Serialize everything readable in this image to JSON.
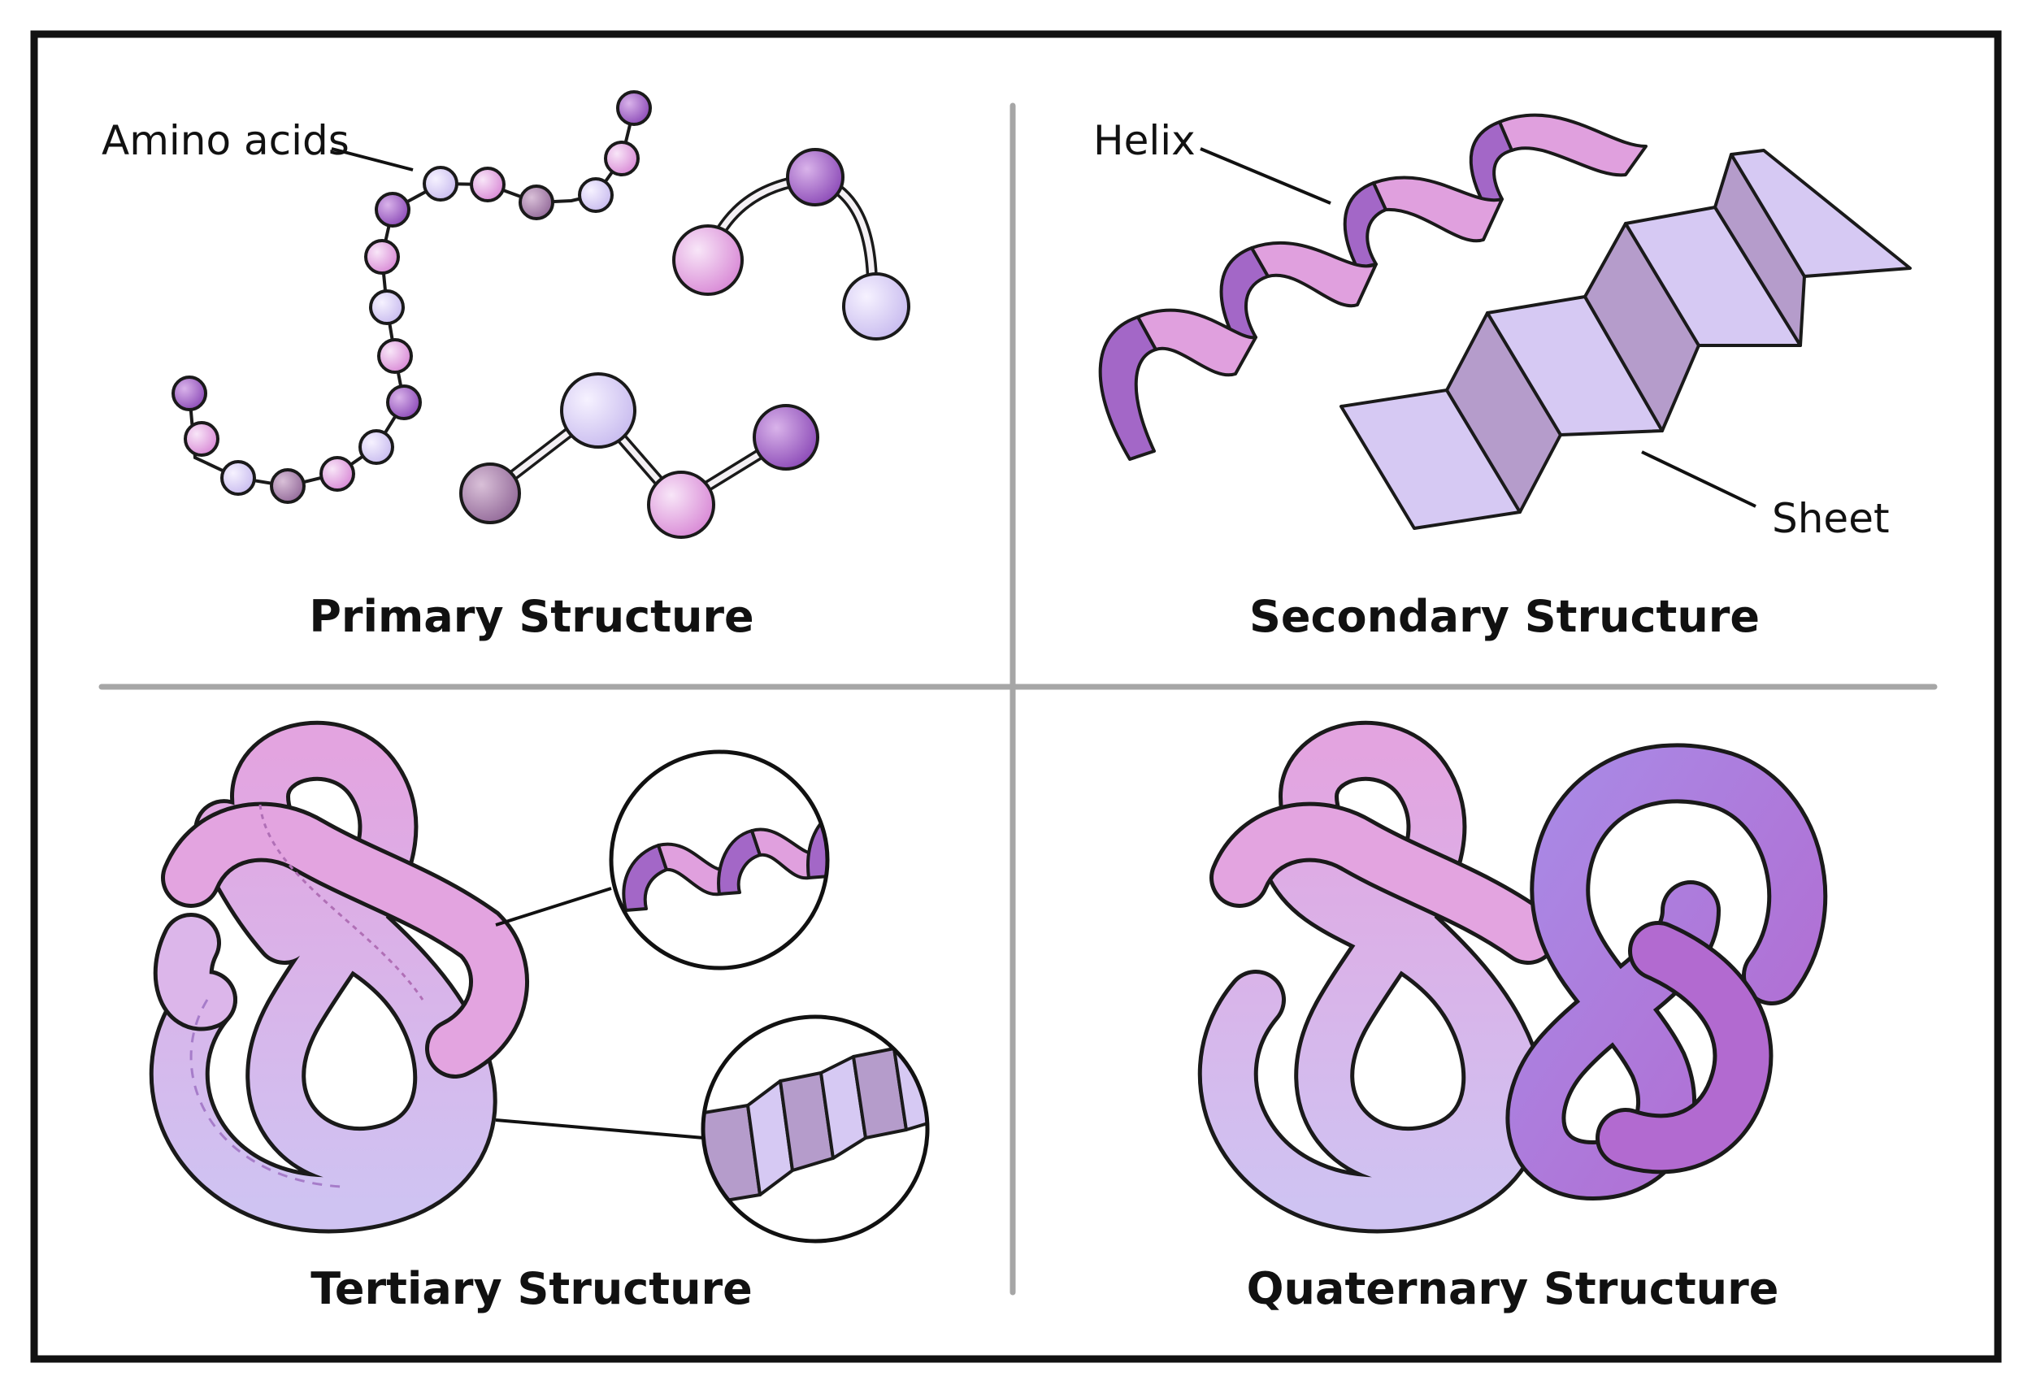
{
  "panels": {
    "primary": {
      "title": "Primary Structure",
      "callout": "Amino acids"
    },
    "secondary": {
      "title": "Secondary Structure",
      "helix_label": "Helix",
      "sheet_label": "Sheet"
    },
    "tertiary": {
      "title": "Tertiary Structure"
    },
    "quaternary": {
      "title": "Quaternary Structure"
    }
  },
  "colors": {
    "frame": "#111111",
    "divider": "#a6a6a6",
    "pink": "#e4a6e2",
    "lavender": "#d8ccf4",
    "violet": "#a468c8",
    "mauve": "#b990c0",
    "outline": "#1a1a1a"
  }
}
